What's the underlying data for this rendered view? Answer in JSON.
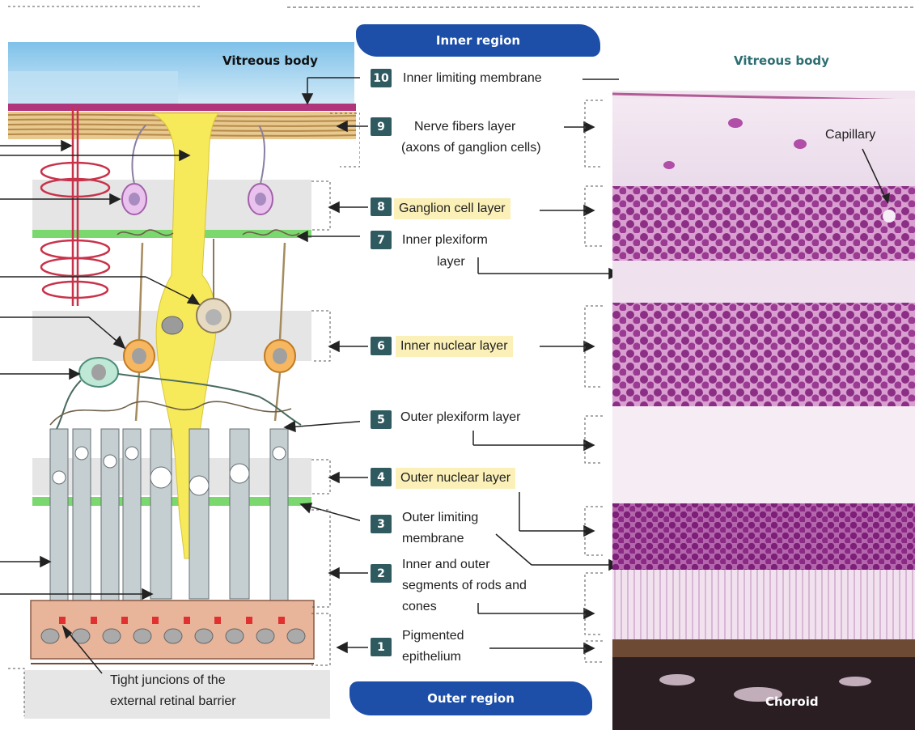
{
  "regions": {
    "inner": "Inner region",
    "outer": "Outer region"
  },
  "left_panel": {
    "vitreous_label": "Vitreous body",
    "tight_junctions_caption": [
      "Tight juncions of the",
      "external retinal barrier"
    ]
  },
  "right_panel": {
    "vitreous_label": "Vitreous body",
    "capillary_label": "Capillary",
    "choroid_label": "Choroid"
  },
  "layers": [
    {
      "number": "10",
      "lines": [
        "Inner limiting membrane"
      ],
      "highlighted": false
    },
    {
      "number": "9",
      "lines": [
        "Nerve fibers layer",
        "(axons of ganglion cells)"
      ],
      "highlighted": false
    },
    {
      "number": "8",
      "lines": [
        "Ganglion cell layer"
      ],
      "highlighted": true
    },
    {
      "number": "7",
      "lines": [
        "Inner plexiform",
        "layer"
      ],
      "highlighted": false
    },
    {
      "number": "6",
      "lines": [
        "Inner nuclear layer"
      ],
      "highlighted": true
    },
    {
      "number": "5",
      "lines": [
        "Outer plexiform layer"
      ],
      "highlighted": false
    },
    {
      "number": "4",
      "lines": [
        "Outer nuclear layer"
      ],
      "highlighted": true
    },
    {
      "number": "3",
      "lines": [
        "Outer limiting",
        "membrane"
      ],
      "highlighted": false
    },
    {
      "number": "2",
      "lines": [
        "Inner and outer",
        "segments of rods and",
        "cones"
      ],
      "highlighted": false
    },
    {
      "number": "1",
      "lines": [
        "Pigmented",
        "epithelium"
      ],
      "highlighted": false
    }
  ],
  "colors": {
    "pill": "#1d4fa8",
    "number_box": "#2e5a60",
    "highlight": "#fbf1b8",
    "header_teal": "#2d6e72",
    "muller_yellow": "#f7ea5a",
    "nerve_fiber": "#c9a564",
    "membrane_magenta": "#b0357a",
    "green_membrane": "#7bd86e",
    "stain_purple": "#8d2e86"
  }
}
